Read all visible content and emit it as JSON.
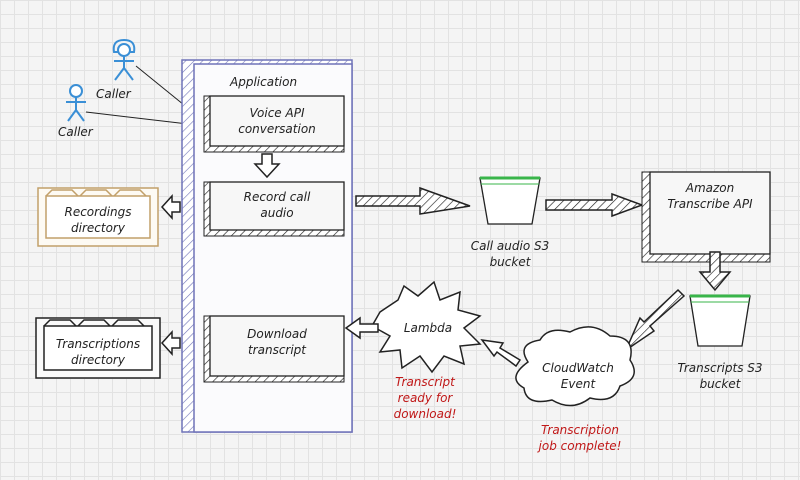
{
  "actors": {
    "caller_a": "Caller",
    "caller_b": "Caller"
  },
  "application": {
    "title": "Application",
    "voice_api": [
      "Voice API",
      "conversation"
    ],
    "record_call": [
      "Record call",
      "audio"
    ],
    "download": [
      "Download",
      "transcript"
    ]
  },
  "directories": {
    "recordings": [
      "Recordings",
      "directory"
    ],
    "transcriptions": [
      "Transcriptions",
      "directory"
    ]
  },
  "buckets": {
    "call_audio": [
      "Call audio S3",
      "bucket"
    ],
    "transcripts": [
      "Transcripts S3",
      "bucket"
    ]
  },
  "services": {
    "transcribe": [
      "Amazon",
      "Transcribe API"
    ],
    "lambda": "Lambda",
    "cloudwatch": [
      "CloudWatch",
      "Event"
    ]
  },
  "notes": {
    "ready": [
      "Transcript",
      "ready for",
      "download!"
    ],
    "complete": [
      "Transcription",
      "job complete!"
    ]
  },
  "colors": {
    "app_border": "#6f73b8",
    "bucket_rim": "#39b54a",
    "recordings_folder": "#c2a06a",
    "note_red": "#c01818"
  }
}
